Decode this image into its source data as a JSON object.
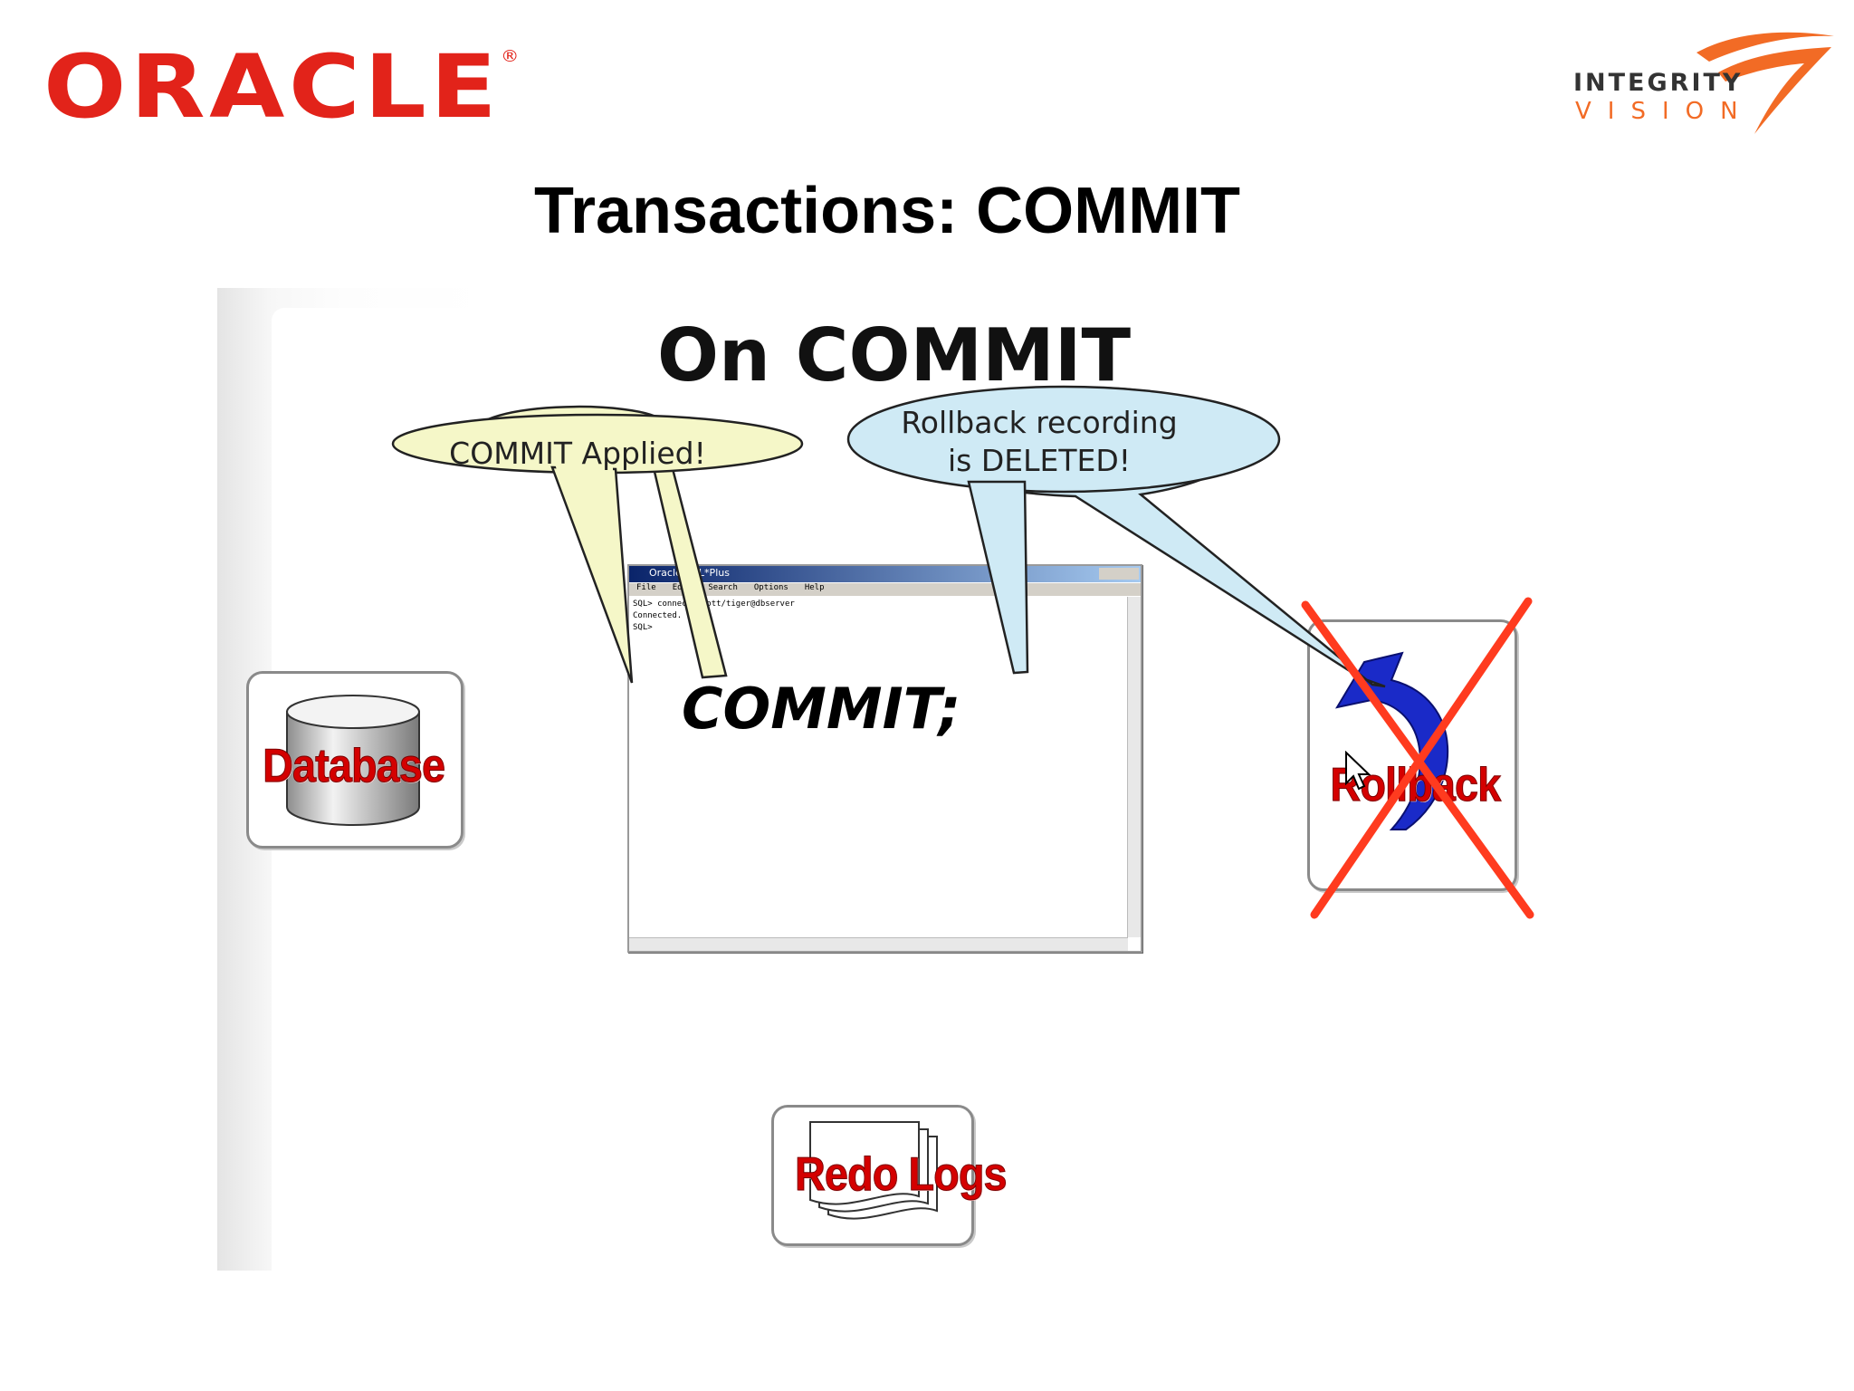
{
  "header": {
    "brand_left": "ORACLE",
    "brand_left_mark": "®",
    "brand_right_line1": "INTEGRITY",
    "brand_right_line2": "VISION"
  },
  "slide": {
    "title": "Transactions: COMMIT"
  },
  "diagram": {
    "heading": "On COMMIT",
    "bubble_commit": "COMMIT Applied!",
    "bubble_rollback_line1": "Rollback recording",
    "bubble_rollback_line2": "is DELETED!",
    "command": "COMMIT;",
    "database_label": "Database",
    "redo_label": "Redo Logs",
    "rollback_label": "Rollback",
    "sql_window": {
      "title": "Oracle SQL*Plus",
      "menu": [
        "File",
        "Edit",
        "Search",
        "Options",
        "Help"
      ],
      "lines": [
        "SQL> connect scott/tiger@dbserver",
        "Connected.",
        "SQL>"
      ]
    }
  },
  "colors": {
    "oracle_red": "#e2231a",
    "label_red": "#d40000",
    "cross_red": "#ff3b1f",
    "bubble_yellow": "#f5f7c8",
    "bubble_blue": "#cfeaf5",
    "rollback_blue": "#1a2ac8",
    "integrity_orange": "#f26b25"
  }
}
